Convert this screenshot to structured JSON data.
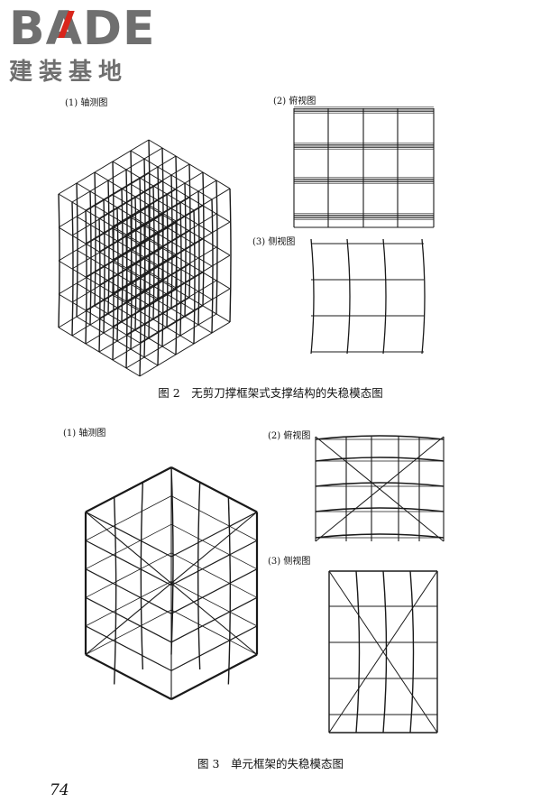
{
  "logo": {
    "word": "BADE",
    "subtitle": "建装基地",
    "accent": "#d9261c",
    "gray": "#6f6f6f"
  },
  "figure2": {
    "labels": {
      "axonometric": "(1) 轴测图",
      "top": "(2) 俯视图",
      "side": "(3) 侧视图"
    },
    "caption": "图 2　无剪刀撑框架式支撑结构的失稳模态图"
  },
  "figure3": {
    "labels": {
      "axonometric": "(1) 轴测图",
      "top": "(2) 俯视图",
      "side": "(3) 侧视图"
    },
    "caption": "图 3　单元框架的失稳模态图"
  },
  "page_number": "74"
}
